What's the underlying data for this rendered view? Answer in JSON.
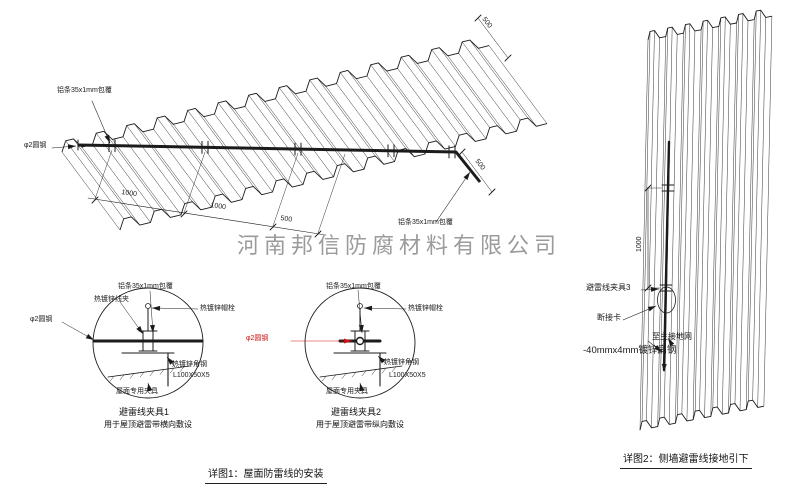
{
  "watermark": "河南邦信防腐材料有限公司",
  "roof_drawing": {
    "labels": {
      "strip_top": "铝条35x1mm包覆",
      "rod_left": "φ2圆钢",
      "strip_right": "铝条35x1mm包覆"
    },
    "dimensions": {
      "d1": "1000",
      "d2": "1000",
      "d3": "500",
      "d_right": "500",
      "d_top": "500"
    }
  },
  "detail1": {
    "title": "避雷线夹具1",
    "subtitle": "用于屋顶避雷带横向敷设",
    "labels": {
      "strip": "铝条35x1mm包覆",
      "clip": "热镀锌线夹",
      "bolt": "热镀锌帽栓",
      "rod": "φ2圆钢",
      "angle": "热镀锌角钢",
      "angle_spec": "L100X50X5",
      "clamp": "屋面专用夹具"
    }
  },
  "detail2": {
    "title": "避雷线夹具2",
    "subtitle": "用于屋顶避雷带纵向敷设",
    "labels": {
      "strip": "铝条35x1mm包覆",
      "bolt": "热镀锌帽栓",
      "rod": "φ2圆钢",
      "angle": "热镀锌角钢",
      "angle_spec": "L100X50X5",
      "clamp": "屋面专用夹具"
    }
  },
  "wall_drawing": {
    "labels": {
      "clamp3": "避雷线夹具3",
      "disconnect": "断接卡",
      "to_ground": "至主接地网",
      "flat_steel": "-40mmx4mm镀锌扁钢"
    },
    "dimension": "1000"
  },
  "captions": {
    "detail1": "详图1：屋面防雷线的安装",
    "detail2": "详图2：侧墙避雷线接地引下"
  },
  "colors": {
    "line": "#1b1b1b",
    "highlight_red": "#cc1111",
    "watermark_gray": "#9b9b9b"
  }
}
